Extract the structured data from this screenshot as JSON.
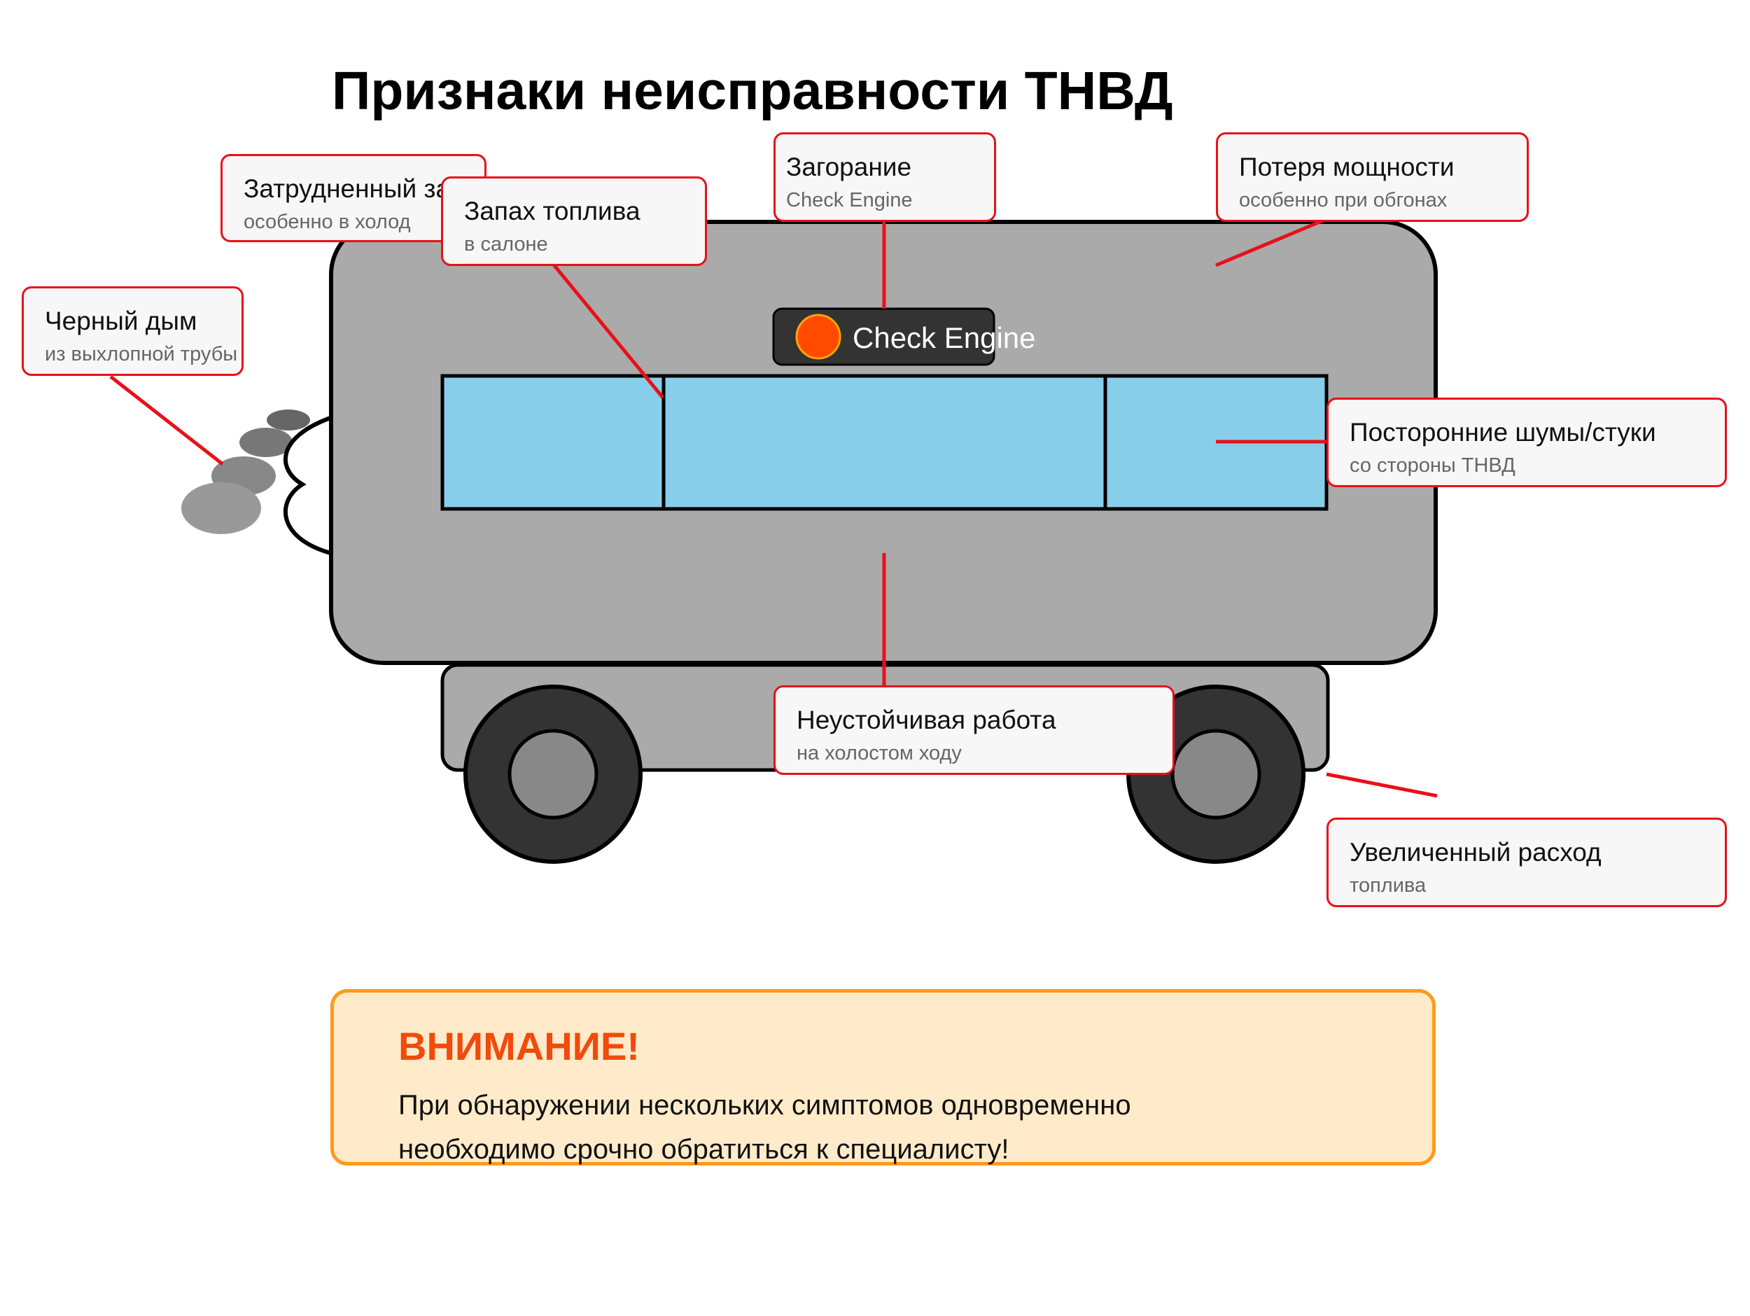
{
  "title": "Признаки неисправности ТНВД",
  "dashboard": {
    "indicator_label": "Check Engine"
  },
  "callouts": {
    "start": {
      "title": "Затрудненный запуск",
      "subtitle": "особенно в холод"
    },
    "smell": {
      "title": "Запах топлива",
      "subtitle": "в салоне"
    },
    "check": {
      "title": "Загорание",
      "subtitle": "Check Engine"
    },
    "power": {
      "title": "Потеря мощности",
      "subtitle": "особенно при обгонах"
    },
    "smoke": {
      "title": "Черный дым",
      "subtitle": "из выхлопной трубы"
    },
    "noise": {
      "title": "Посторонние шумы/стуки",
      "subtitle": "со стороны ТНВД"
    },
    "idle": {
      "title": "Неустойчивая работа",
      "subtitle": "на холостом ходу"
    },
    "consumption": {
      "title": "Увеличенный расход",
      "subtitle": "топлива"
    }
  },
  "warning": {
    "title": "ВНИМАНИЕ!",
    "line1": "При обнаружении нескольких симптомов одновременно",
    "line2": "необходимо срочно обратиться к специалисту!"
  },
  "colors": {
    "body": "#aaaaaa",
    "window": "#87ceeb",
    "wheel": "#333333",
    "hub": "#888888",
    "leader": "#e8101a",
    "indicator": "#ff4a00",
    "warning_bg": "#ffebc9",
    "warning_border": "#ff9a1a",
    "warning_title": "#f24a0d"
  }
}
